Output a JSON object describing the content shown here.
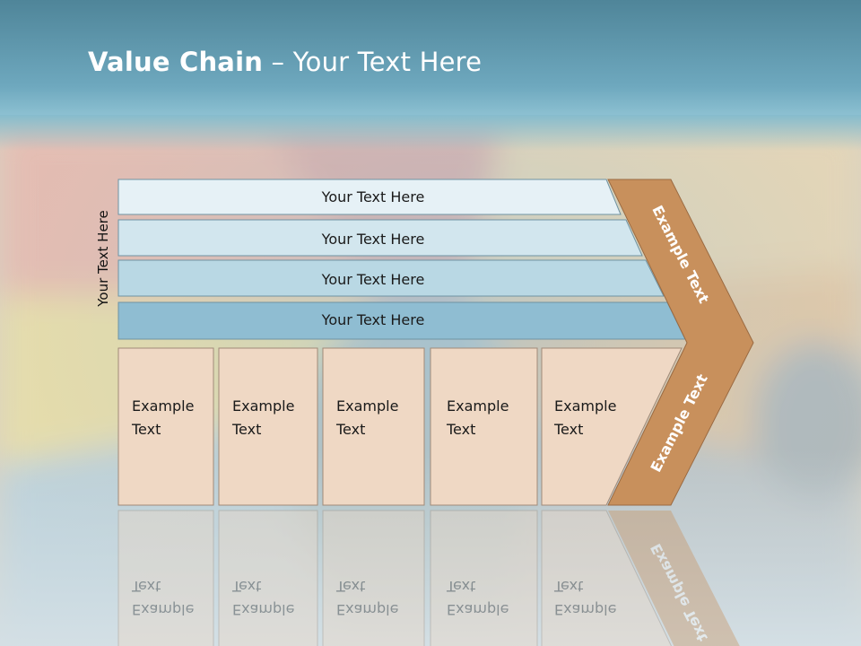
{
  "slide": {
    "title_bold": "Value Chain",
    "title_rest": " – Your Text Here",
    "side_label": "Your Text Here"
  },
  "bands": [
    {
      "label": "Your Text Here",
      "color": "#e6f1f6"
    },
    {
      "label": "Your Text Here",
      "color": "#d2e6ee"
    },
    {
      "label": "Your Text Here",
      "color": "#b9d8e4"
    },
    {
      "label": "Your Text Here",
      "color": "#8fbdd2"
    }
  ],
  "cells": [
    {
      "line1": "Example",
      "line2": "Text"
    },
    {
      "line1": "Example",
      "line2": "Text"
    },
    {
      "line1": "Example",
      "line2": "Text"
    },
    {
      "line1": "Example",
      "line2": "Text"
    },
    {
      "line1": "Example",
      "line2": "Text"
    }
  ],
  "chevron": {
    "upper_label": "Example Text",
    "lower_label": "Example Text",
    "color": "#c8905c"
  },
  "colors": {
    "header": "#5a95aa",
    "cell_fill": "#efd8c4"
  }
}
